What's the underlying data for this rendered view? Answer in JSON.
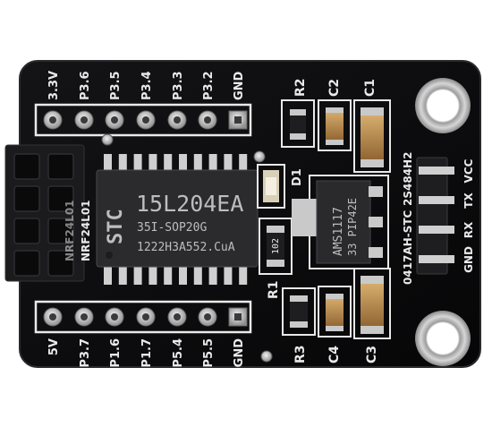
{
  "top_header_labels": [
    "3.3V",
    "P3.6",
    "P3.5",
    "P3.4",
    "P3.3",
    "P3.2",
    "GND"
  ],
  "bottom_header_labels": [
    "5V",
    "P3.7",
    "P1.6",
    "P1.7",
    "P5.4",
    "P5.5",
    "GND"
  ],
  "right_header_labels": [
    "GND",
    "RX",
    "TX",
    "VCC"
  ],
  "board_code_top": "2S484H2",
  "board_code_bottom": "0417AH-STC",
  "mcu": {
    "logo": "STC",
    "line1": "15L204EA",
    "line2": "35I-SOP20G",
    "line3": "1222H3A552.CuA"
  },
  "regulator": {
    "line1": "AMS1117",
    "line2": "33 PIP42E"
  },
  "nrf_label_1": "NRF24L01",
  "nrf_label_2": "NRF24L01",
  "component_labels": {
    "r1": "R1",
    "r2": "R2",
    "r3": "R3",
    "c1": "C1",
    "c2": "C2",
    "c3": "C3",
    "c4": "C4",
    "d1": "D1",
    "q_mark": "102"
  },
  "colors": {
    "pcb": "#0c0c0e",
    "silkscreen": "#e9e9e9",
    "pad": "#c9c9c9",
    "socket": "#1a1a1a",
    "capacitor": "#b98a4e"
  }
}
